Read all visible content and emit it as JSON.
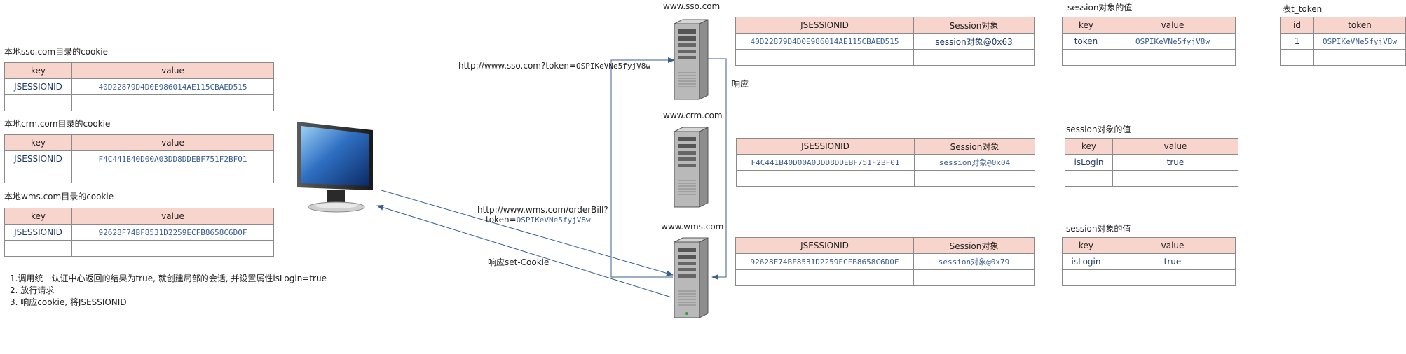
{
  "local_cookies": [
    {
      "title": "本地sso.com目录的cookie",
      "headers": [
        "key",
        "value"
      ],
      "rows": [
        [
          "JSESSIONID",
          "40D22879D4D0E986014AE115CBAED515"
        ],
        [
          "",
          ""
        ]
      ]
    },
    {
      "title": "本地crm.com目录的cookie",
      "headers": [
        "key",
        "value"
      ],
      "rows": [
        [
          "JSESSIONID",
          "F4C441B40D00A03DD8DDEBF751F2BF01"
        ],
        [
          "",
          ""
        ]
      ]
    },
    {
      "title": "本地wms.com目录的cookie",
      "headers": [
        "key",
        "value"
      ],
      "rows": [
        [
          "JSESSIONID",
          "92628F74BF8531D2259ECFB8658C6D0F"
        ],
        [
          "",
          ""
        ]
      ]
    }
  ],
  "notes": [
    "1.调用统一认证中心返回的结果为true, 就创建局部的会话, 并设置属性isLogin=true",
    "2. 放行请求",
    "3. 响应cookie, 将JSESSIONID"
  ],
  "servers": [
    {
      "name": "www.sso.com"
    },
    {
      "name": "www.crm.com"
    },
    {
      "name": "www.wms.com"
    }
  ],
  "arrows": {
    "sso_token_label": "http://www.sso.com?token=",
    "sso_token_value": "OSPIKeVNe5fyjV8w",
    "response_label": "响应",
    "wms_order_label": "http://www.wms.com/orderBill?",
    "wms_token_prefix": "token=",
    "wms_token_value": "OSPIKeVNe5fyjV8w",
    "set_cookie_label": "响应set-Cookie"
  },
  "server_sessions": [
    {
      "headers": [
        "JSESSIONID",
        "Session对象"
      ],
      "rows": [
        [
          "40D22879D4D0E986014AE115CBAED515",
          "session对象@0x63"
        ],
        [
          "",
          ""
        ]
      ]
    },
    {
      "headers": [
        "JSESSIONID",
        "Session对象"
      ],
      "rows": [
        [
          "F4C441B40D00A03DD8DDEBF751F2BF01",
          "session对象@0x04"
        ],
        [
          "",
          ""
        ]
      ]
    },
    {
      "headers": [
        "JSESSIONID",
        "Session对象"
      ],
      "rows": [
        [
          "92628F74BF8531D2259ECFB8658C6D0F",
          "session对象@0x79"
        ],
        [
          "",
          ""
        ]
      ]
    }
  ],
  "session_values": [
    {
      "title": "session对象的值",
      "headers": [
        "key",
        "value"
      ],
      "rows": [
        [
          "token",
          "OSPIKeVNe5fyjV8w"
        ],
        [
          "",
          ""
        ]
      ]
    },
    {
      "title": "session对象的值",
      "headers": [
        "key",
        "value"
      ],
      "rows": [
        [
          "isLogin",
          "true"
        ],
        [
          "",
          ""
        ]
      ]
    },
    {
      "title": "session对象的值",
      "headers": [
        "key",
        "value"
      ],
      "rows": [
        [
          "isLogin",
          "true"
        ],
        [
          "",
          ""
        ]
      ]
    }
  ],
  "token_table": {
    "title": "表t_token",
    "headers": [
      "id",
      "token"
    ],
    "rows": [
      [
        "1",
        "OSPIKeVNe5fyjV8w"
      ],
      [
        "",
        ""
      ]
    ]
  },
  "icons": [
    "monitor-icon",
    "server-tower-icon"
  ]
}
